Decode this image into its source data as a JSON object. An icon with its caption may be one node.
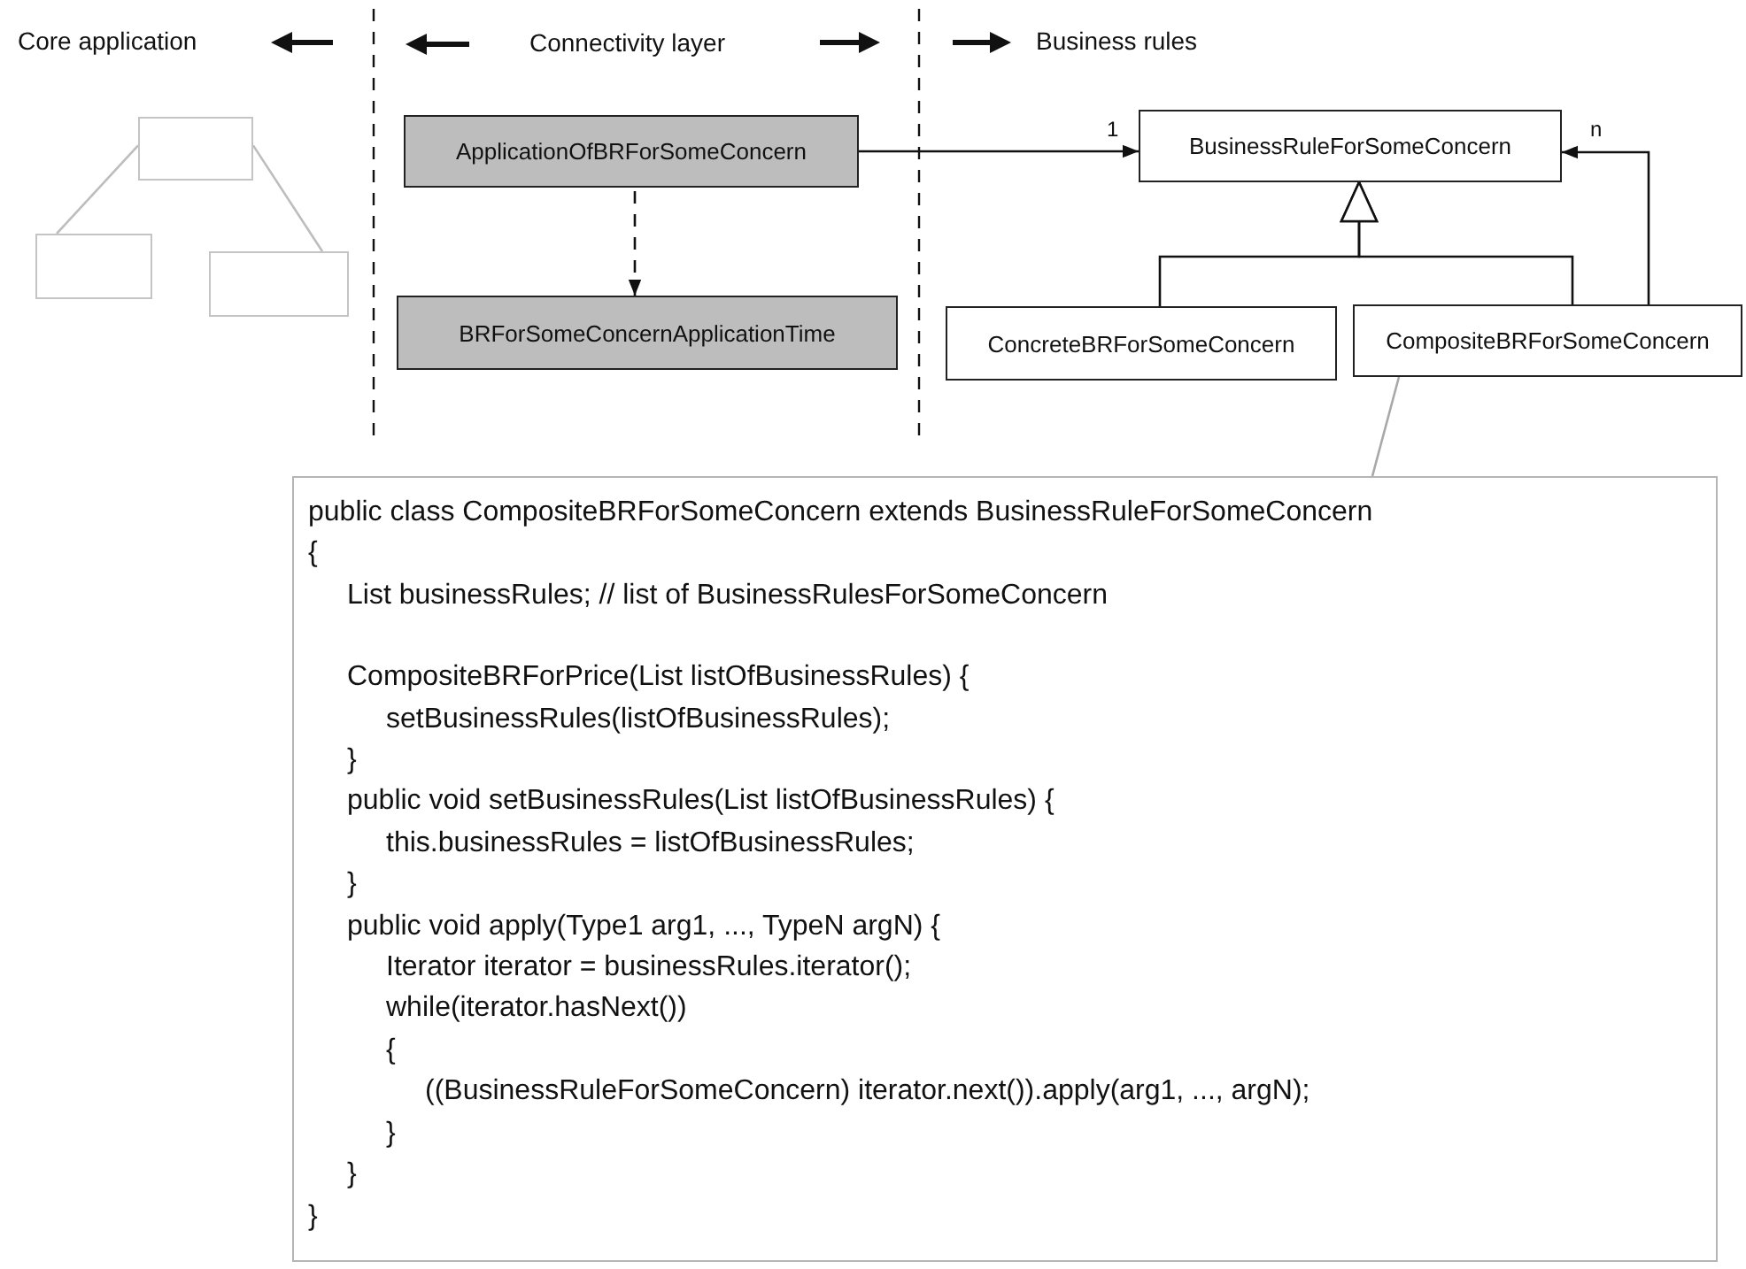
{
  "diagram": {
    "nodes": [
      {
        "text": [],
        "shape": "box"
      },
      {
        "text": [],
        "shape": "box"
      },
      {
        "text": [],
        "shape": "box"
      },
      {
        "text": [
          "ApplicationOfBRForSomeConcern"
        ]
      },
      {
        "text": [
          "BRForSomeConcernApplicationTime"
        ]
      },
      {
        "text": [
          "BusinessRuleForSomeConcern"
        ]
      },
      {
        "text": [
          "ConcreteBRForSomeConcern"
        ]
      },
      {
        "text": [
          "CompositeBRForSomeConcern"
        ]
      },
      {
        "text": [
          "public class CompositeBRForSomeConcern extends BusinessRuleForSomeConcern",
          "{",
          "List businessRules;  // list of BusinessRulesForSomeConcern",
          "CompositeBRForPrice(List listOfBusinessRules) {",
          "setBusinessRules(listOfBusinessRules);",
          "}",
          "public void setBusinessRules(List listOfBusinessRules) {",
          "this.businessRules = listOfBusinessRules;",
          "}",
          "public void apply(Type1 arg1, ..., TypeN argN) {",
          "Iterator iterator = businessRules.iterator();",
          "while(iterator.hasNext())",
          "{",
          "((BusinessRuleForSomeConcern) iterator.next()).apply(arg1, ..., argN);",
          "}",
          "}",
          "}"
        ]
      }
    ],
    "edges": [
      {
        "from": 0,
        "to": 1,
        "arrow": "none",
        "color": "#bdbdbd"
      },
      {
        "from": 0,
        "to": 2,
        "arrow": "none",
        "color": "#bdbdbd"
      },
      {
        "from": 3,
        "to": 4,
        "arrow": "to",
        "style": "dashed"
      },
      {
        "from": 3,
        "to": 5,
        "arrow": "to",
        "label": "1"
      },
      {
        "from": 6,
        "to": 5,
        "arrow": "to"
      },
      {
        "from": 7,
        "to": 5,
        "arrow": "to"
      },
      {
        "from": 7,
        "to": 5,
        "arrow": "to",
        "label": "n"
      },
      {
        "from": 7,
        "to": 8,
        "arrow": "none",
        "color": "#a8a8a8"
      }
    ],
    "labels": [
      "Core application",
      "Connectivity layer",
      "Business rules"
    ]
  }
}
